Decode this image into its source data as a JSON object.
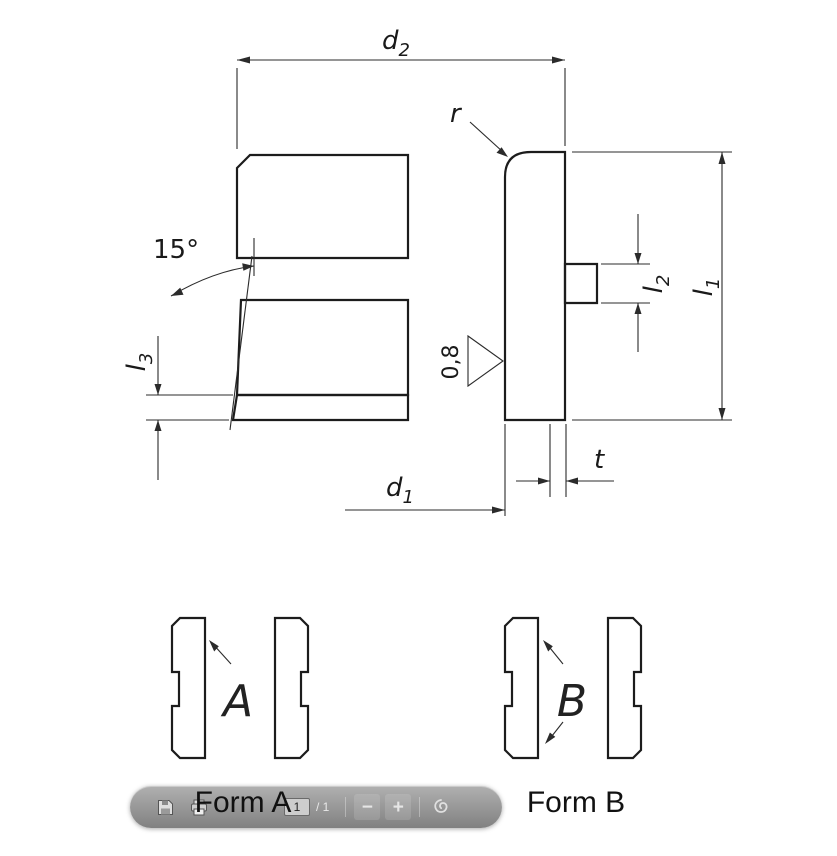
{
  "drawing": {
    "dimension_labels": {
      "d2": {
        "main": "d",
        "sub": "2"
      },
      "r": "r",
      "angle": "15°",
      "roughness": "0,8",
      "l3": {
        "main": "l",
        "sub": "3"
      },
      "l2": {
        "main": "l",
        "sub": "2"
      },
      "l1": {
        "main": "l",
        "sub": "1"
      },
      "d1": {
        "main": "d",
        "sub": "1"
      },
      "t": "t"
    },
    "views": {
      "form_a": {
        "letter": "A",
        "caption": "Form A"
      },
      "form_b": {
        "letter": "B",
        "caption": "Form B"
      }
    }
  },
  "toolbar": {
    "page_current": "1",
    "page_total_label": "/ 1",
    "zoom_out_glyph": "−",
    "zoom_in_glyph": "+",
    "icons": {
      "save": "floppy-disk-icon",
      "print": "printer-icon",
      "zoom_out": "minus-icon",
      "zoom_in": "plus-icon",
      "acrobat": "adobe-acrobat-icon"
    }
  }
}
